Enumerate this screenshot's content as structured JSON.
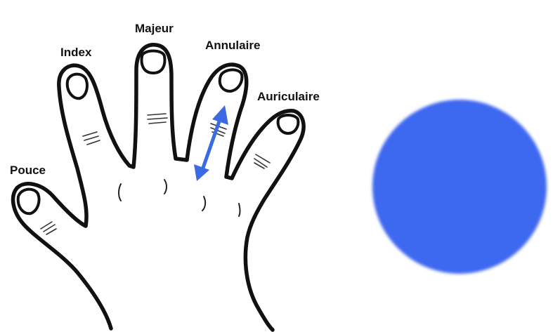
{
  "labels": {
    "thumb": "Pouce",
    "index": "Index",
    "middle": "Majeur",
    "ring": "Annulaire",
    "little": "Auriculaire"
  },
  "colors": {
    "arrow": "#3a6be0",
    "circle": "#3d67f0",
    "outline": "#111111"
  },
  "icons": {
    "arrow": "double-headed-arrow",
    "circle": "filled-circle"
  }
}
